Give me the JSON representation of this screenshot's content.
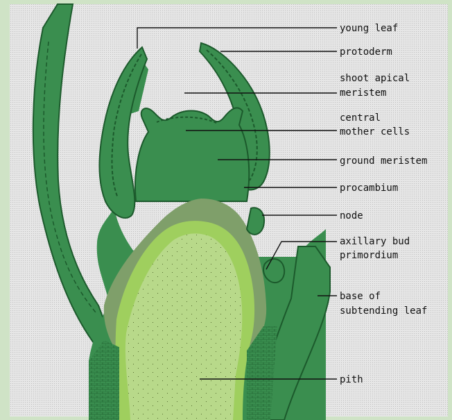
{
  "diagram": {
    "labels": {
      "young_leaf": "young leaf",
      "protoderm": "protoderm",
      "shoot_apical_1": "shoot apical",
      "shoot_apical_2": "meristem",
      "central_1": "central",
      "central_2": "mother cells",
      "ground_meristem": "ground meristem",
      "procambium": "procambium",
      "node": "node",
      "axillary_1": "axillary bud",
      "axillary_2": "primordium",
      "base_1": "base of",
      "base_2": "subtending leaf",
      "pith": "pith"
    },
    "colors": {
      "background_panel": "#e3e3e3",
      "tissue_dark_green": "#3a8e4f",
      "outline": "#1c5a2c",
      "procambium_band": "#7f9f6a",
      "pith_light_green": "#9fcf5e",
      "pith_yellow_green": "#b8d98a",
      "label_line": "#111111"
    }
  }
}
